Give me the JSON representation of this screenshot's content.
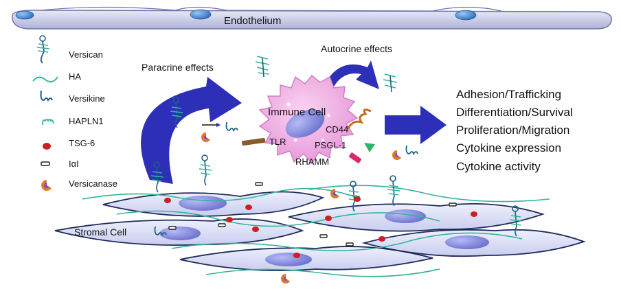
{
  "title": "",
  "endothelium_label": "Endothelium",
  "legend": {
    "items": [
      {
        "label": "Versican",
        "icon": "versican-icon"
      },
      {
        "label": "HA",
        "icon": "ha-icon"
      },
      {
        "label": "Versikine",
        "icon": "versikine-icon"
      },
      {
        "label": "HAPLN1",
        "icon": "hapln1-icon"
      },
      {
        "label": "TSG-6",
        "icon": "tsg6-icon"
      },
      {
        "label": "IαI",
        "icon": "iai-icon"
      },
      {
        "label": "Versicanase",
        "icon": "versicanase-icon"
      }
    ]
  },
  "arrows": {
    "paracrine": "Paracrine effects",
    "autocrine": "Autocrine effects"
  },
  "immune_cell": {
    "label": "Immune Cell",
    "receptors": [
      "TLR",
      "CD44",
      "PSGL-1",
      "RHAMM"
    ]
  },
  "stromal_cell_label": "Stromal Cell",
  "outcomes": [
    "Adhesion/Trafficking",
    "Differentiation/Survival",
    "Proliferation/Migration",
    "Cytokine expression",
    "Cytokine activity"
  ],
  "colors": {
    "endothelium": "#cfd2ec",
    "endothelium_nucleus": "#3f86d6",
    "immune_cell": "#f2a9e6",
    "immune_nucleus": "#8a8fe0",
    "stromal_cell": "#d9dcf5",
    "stromal_nucleus": "#9a9fe6",
    "arrow": "#2d2fb8",
    "ha": "#2fb59a",
    "versican_core": "#1f5c8a",
    "tsg6": "#cc1f1f",
    "versicanase": "#e07a2a",
    "versicanase_inner": "#7a4fc8",
    "tlr": "#8a5a2b",
    "cd44": "#c86a1e",
    "psgl1": "#2bb56a",
    "rhamm": "#d8286b"
  }
}
